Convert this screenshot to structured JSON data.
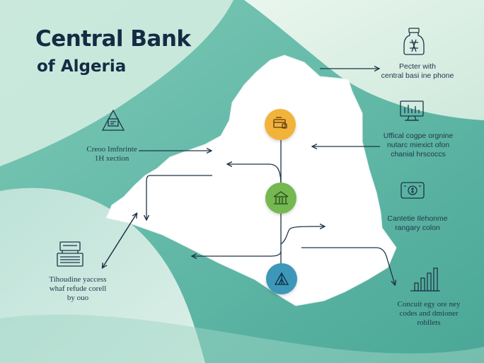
{
  "header": {
    "title": "Central Bank",
    "subtitle": "of Algeria"
  },
  "labels": {
    "top_right": "Pecter with\ncentral basi ine phone",
    "left_middle": "Creoo Imfnrinte\n1H xection",
    "right_upper": "Uffical cogpe orgnine\nnutarc miexict ofon\nchanial hrscoccs",
    "right_middle": "Cantetie Ilehonme\nrangary colon",
    "left_lower": "Tihoudine yaccess\nwhaf refude corell\nby ouo",
    "right_lower": "Concuit egy ore ney\ncodes and dmioner\nrobllets"
  },
  "icons": {
    "top_right": "bank-jar-icon",
    "left_middle": "warning-monitor-icon",
    "right_upper": "computer-monitor-icon",
    "right_middle": "cash-register-icon",
    "left_lower": "payment-terminal-icon",
    "right_lower": "bar-chart-icon"
  },
  "nodes": [
    {
      "name": "top-node",
      "color": "#f2b33a",
      "icon": "card-icon"
    },
    {
      "name": "middle-node",
      "color": "#74b84f",
      "icon": "building-icon"
    },
    {
      "name": "bottom-node",
      "color": "#3d97b8",
      "icon": "tent-icon"
    }
  ],
  "colors": {
    "background_teal": "#5fb8a6",
    "background_light": "#e6f4ea",
    "map_fill": "#ffffff",
    "arrow": "#1d3447"
  }
}
